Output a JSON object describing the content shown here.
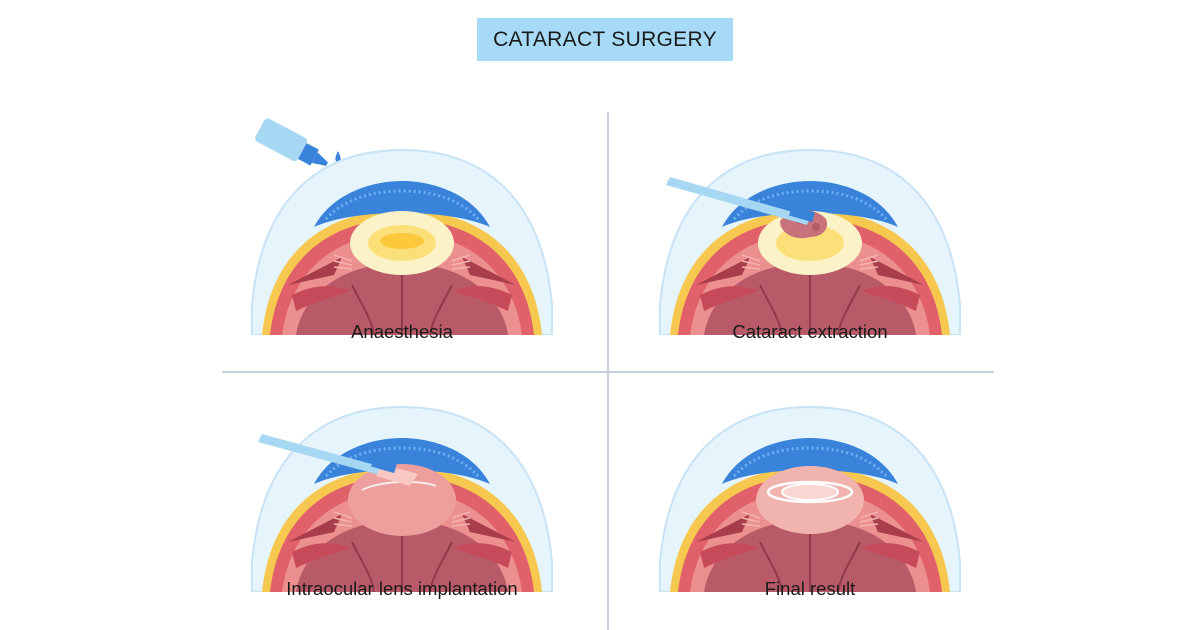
{
  "title": "CATARACT SURGERY",
  "steps": [
    {
      "label": "Anaesthesia"
    },
    {
      "label": "Cataract extraction"
    },
    {
      "label": "Intraocular lens implantation"
    },
    {
      "label": "Final result"
    }
  ],
  "colors": {
    "title_bg": "#a7daf6",
    "cornea": "#d8eefa",
    "iris": "#3a83db",
    "eye_wall": "#e0616a",
    "vitreous": "#b85a68",
    "lens": "#fbf2c8",
    "lens_core": "#fbc93b",
    "sclera_rim": "#f6c850",
    "divider": "#c9d2dc"
  }
}
